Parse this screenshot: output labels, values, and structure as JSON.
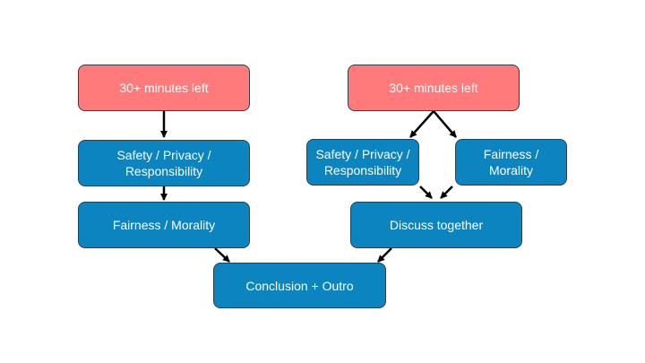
{
  "colors": {
    "start_fill": "#ff7a7a",
    "process_fill": "#0c84c0",
    "border": "#2f3f4a",
    "arrow": "#000000",
    "text": "#ffffff"
  },
  "left_flow": {
    "start": "30+ minutes left",
    "step1": "Safety / Privacy / Responsibility",
    "step2": "Fairness / Morality"
  },
  "right_flow": {
    "start": "30+ minutes left",
    "branch_a": "Safety / Privacy / Responsibility",
    "branch_b": "Fairness / Morality",
    "merge": "Discuss together"
  },
  "end": "Conclusion + Outro"
}
